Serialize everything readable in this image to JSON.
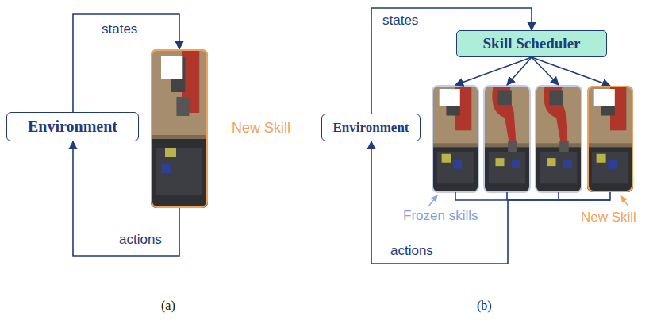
{
  "diagram": {
    "nodes": [
      {
        "text": [
          "Environment"
        ]
      },
      {
        "text": [
          "New Skill"
        ]
      },
      {
        "text": [
          "Environment"
        ]
      },
      {
        "text": [
          "Skill Scheduler"
        ]
      },
      {
        "text": [
          "New Skill"
        ]
      }
    ],
    "edges": [
      {
        "from": 0,
        "to": 1,
        "arrow": "to",
        "label": "states"
      },
      {
        "from": 1,
        "to": 0,
        "arrow": "to",
        "label": "actions"
      },
      {
        "from": 2,
        "to": 3,
        "arrow": "to",
        "label": "states"
      },
      {
        "from": 3,
        "to": 4,
        "arrow": "to"
      },
      {
        "from": 4,
        "to": 2,
        "arrow": "to",
        "label": "actions"
      }
    ],
    "labels": [
      "Frozen skills",
      "(a)",
      "(b)"
    ]
  }
}
